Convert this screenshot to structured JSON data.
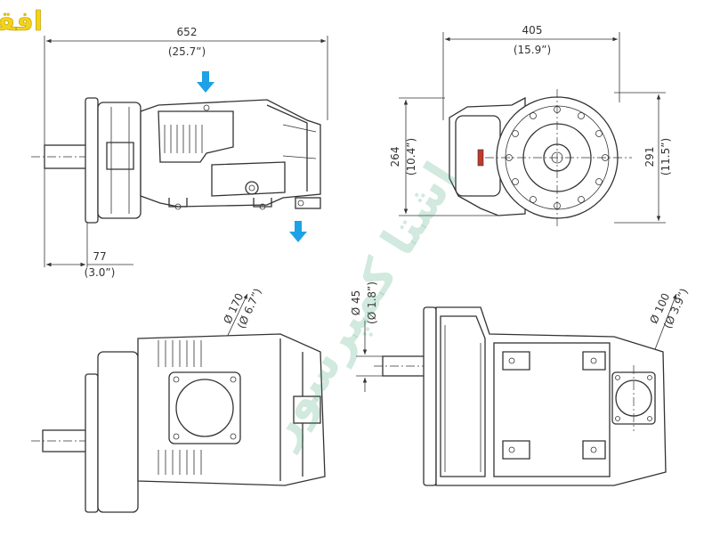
{
  "badge": {
    "text": "افقی",
    "color": "#f2d21c"
  },
  "watermark": {
    "text": "اشتا کمپرسور",
    "color": "#2e9c6a"
  },
  "arrows": {
    "color": "#1ea1e6",
    "inlet": "arrow-down",
    "outlet": "arrow-down"
  },
  "dimensions": {
    "length": {
      "mm": "652",
      "inch": "(25.7”)"
    },
    "shaft_offset": {
      "mm": "77",
      "inch": "(3.0”)"
    },
    "width": {
      "mm": "405",
      "inch": "(15.9”)"
    },
    "height_shaft": {
      "mm": "264",
      "inch": "(10.4”)"
    },
    "height_total": {
      "mm": "291",
      "inch": "(11.5”)"
    },
    "inlet_port": {
      "mm": "Ø 170",
      "inch": "(Ø 6.7”)"
    },
    "shaft_dia": {
      "mm": "Ø 45",
      "inch": "(Ø 1.8”)"
    },
    "outlet_port": {
      "mm": "Ø 100",
      "inch": "(Ø 3.9”)"
    }
  }
}
